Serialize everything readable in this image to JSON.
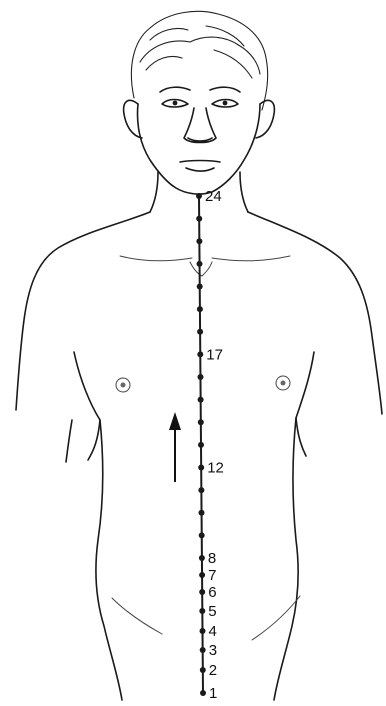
{
  "figure": {
    "meridian_point_labels": [
      "1",
      "2",
      "3",
      "4",
      "5",
      "6",
      "7",
      "8",
      "12",
      "17",
      "24"
    ],
    "meridian_point_count": 24,
    "flow_direction": "upward",
    "colors": {
      "line": "#1a1a1a",
      "background": "#ffffff"
    }
  }
}
